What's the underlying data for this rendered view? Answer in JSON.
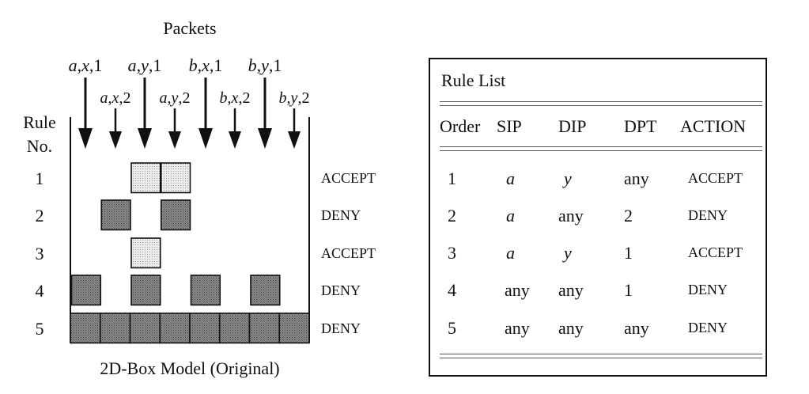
{
  "packets_title": "Packets",
  "packets_top": [
    {
      "src": "a",
      "dst": "x",
      "port": "1"
    },
    {
      "src": "a",
      "dst": "y",
      "port": "1"
    },
    {
      "src": "b",
      "dst": "x",
      "port": "1"
    },
    {
      "src": "b",
      "dst": "y",
      "port": "1"
    }
  ],
  "packets_bottom": [
    {
      "src": "a",
      "dst": "x",
      "port": "2"
    },
    {
      "src": "a",
      "dst": "y",
      "port": "2"
    },
    {
      "src": "b",
      "dst": "x",
      "port": "2"
    },
    {
      "src": "b",
      "dst": "y",
      "port": "2"
    }
  ],
  "rule_no_label": [
    "Rule",
    "No."
  ],
  "model_rows": [
    {
      "no": "1",
      "action": "ACCEPT",
      "cells": [
        2,
        3
      ],
      "kind": "accept"
    },
    {
      "no": "2",
      "action": "DENY",
      "cells": [
        1,
        3
      ],
      "kind": "deny"
    },
    {
      "no": "3",
      "action": "ACCEPT",
      "cells": [
        2
      ],
      "kind": "accept"
    },
    {
      "no": "4",
      "action": "DENY",
      "cells": [
        0,
        2,
        4,
        6
      ],
      "kind": "deny"
    },
    {
      "no": "5",
      "action": "DENY",
      "cells": [
        0,
        1,
        2,
        3,
        4,
        5,
        6,
        7
      ],
      "kind": "deny"
    }
  ],
  "model_caption": "2D-Box Model (Original)",
  "rule_list": {
    "title": "Rule List",
    "headers": [
      "Order",
      "SIP",
      "DIP",
      "DPT",
      "ACTION"
    ],
    "rows": [
      [
        "1",
        "a",
        "y",
        "any",
        "ACCEPT"
      ],
      [
        "2",
        "a",
        "any",
        "2",
        "DENY"
      ],
      [
        "3",
        "a",
        "y",
        "1",
        "ACCEPT"
      ],
      [
        "4",
        "any",
        "any",
        "1",
        "DENY"
      ],
      [
        "5",
        "any",
        "any",
        "any",
        "DENY"
      ]
    ]
  },
  "colors": {
    "accept_fill": "#e6e6e6",
    "deny_fill": "#7a7a7a",
    "ink": "#111111"
  }
}
